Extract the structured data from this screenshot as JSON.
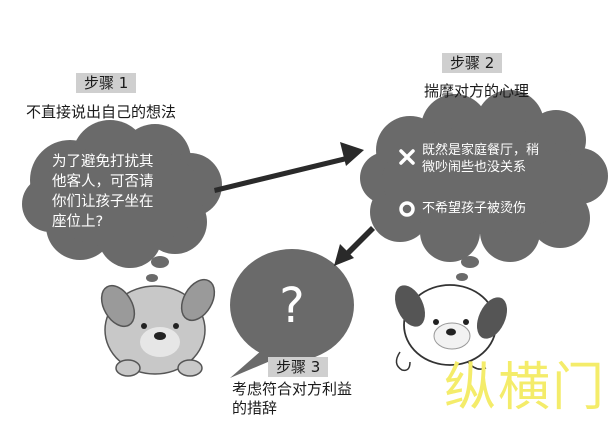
{
  "step1": {
    "badge": "步骤 1",
    "caption": "不直接说出自己的想法",
    "bubble_lines": [
      "为了避免打扰其",
      "他客人，可否请",
      "你们让孩子坐在",
      "座位上?"
    ]
  },
  "step2": {
    "badge": "步骤 2",
    "caption": "揣摩对方的心理",
    "items": [
      {
        "icon": "cross-icon",
        "lines": [
          "既然是家庭餐厅，稍",
          "微吵闹些也没关系"
        ]
      },
      {
        "icon": "circle-icon",
        "lines": [
          "不希望孩子被烫伤"
        ]
      }
    ]
  },
  "step3": {
    "badge": "步骤 3",
    "caption_lines": [
      "考虑符合对方利益",
      "的措辞"
    ],
    "bubble_symbol": "?"
  },
  "watermark": "纵横门",
  "colors": {
    "cloud": "#666666",
    "cloud_light": "#9a9a9a",
    "badge": "#cfcfcf",
    "watermark": "#f4ec6a"
  }
}
